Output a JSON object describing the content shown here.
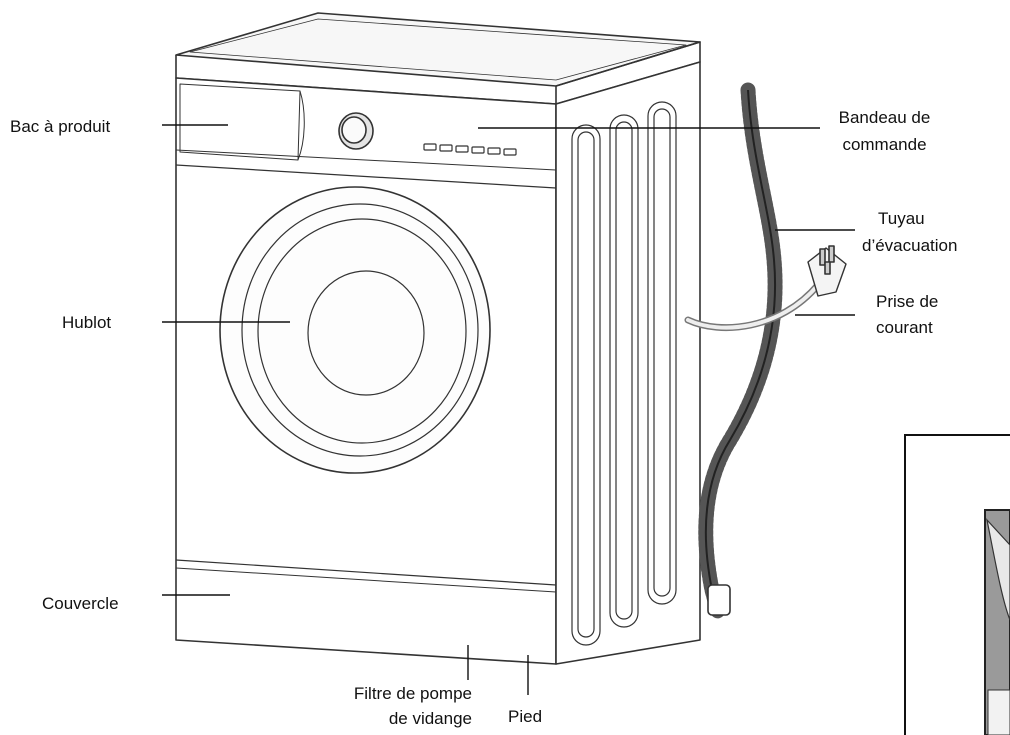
{
  "labels": {
    "detergent_drawer": "Bac à produit",
    "control_panel_l1": "Bandeau de",
    "control_panel_l2": "commande",
    "drain_hose_l1": "Tuyau",
    "drain_hose_l2": "d’évacuation",
    "power_plug_l1": "Prise de",
    "power_plug_l2": "courant",
    "porthole": "Hublot",
    "cover": "Couvercle",
    "filter_l1": "Filtre  de pompe",
    "filter_l2": "de vidange",
    "foot": "Pied"
  }
}
